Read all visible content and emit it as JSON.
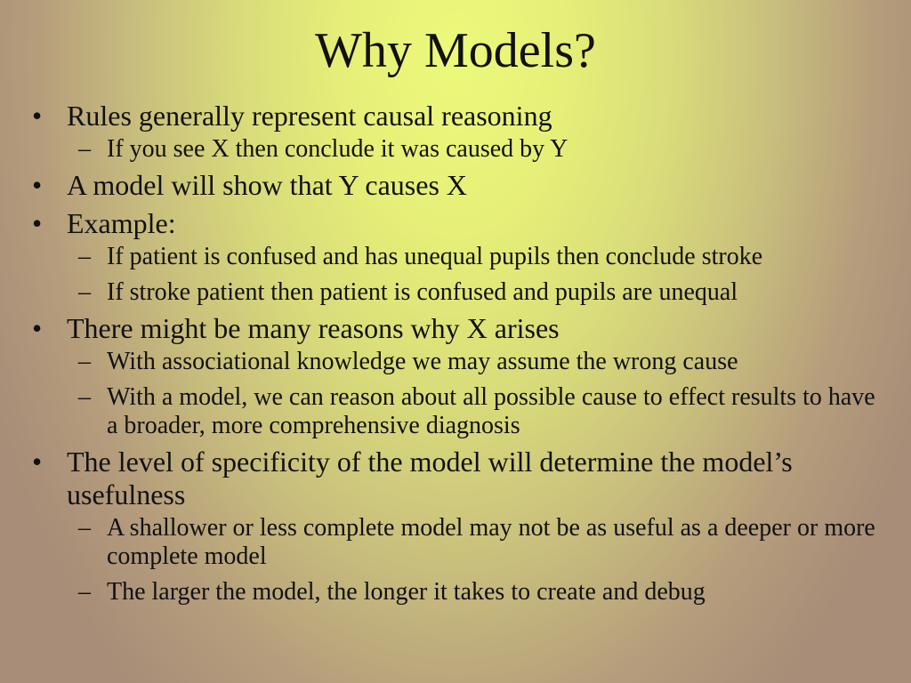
{
  "slide": {
    "title": "Why Models?",
    "bullet_glyph": "•",
    "dash_glyph": "–",
    "items": [
      {
        "text": "Rules generally represent causal reasoning",
        "subitems": [
          "If you see X then conclude it was caused by Y"
        ]
      },
      {
        "text": "A model will show that Y causes X",
        "subitems": []
      },
      {
        "text": "Example:",
        "subitems": [
          "If patient is confused and has unequal pupils then conclude stroke",
          "If stroke patient then patient is confused and pupils are unequal"
        ]
      },
      {
        "text": "There might be many reasons why X arises",
        "subitems": [
          "With associational knowledge we may assume the wrong cause",
          "With a model, we can reason about all possible cause to effect results to have a broader, more comprehensive diagnosis"
        ]
      },
      {
        "text": "The level of specificity of the model will determine the model’s usefulness",
        "subitems": [
          "A shallower or less complete model may not be as useful as a deeper or more complete model",
          "The larger the model, the longer it takes to create and debug"
        ]
      }
    ]
  }
}
